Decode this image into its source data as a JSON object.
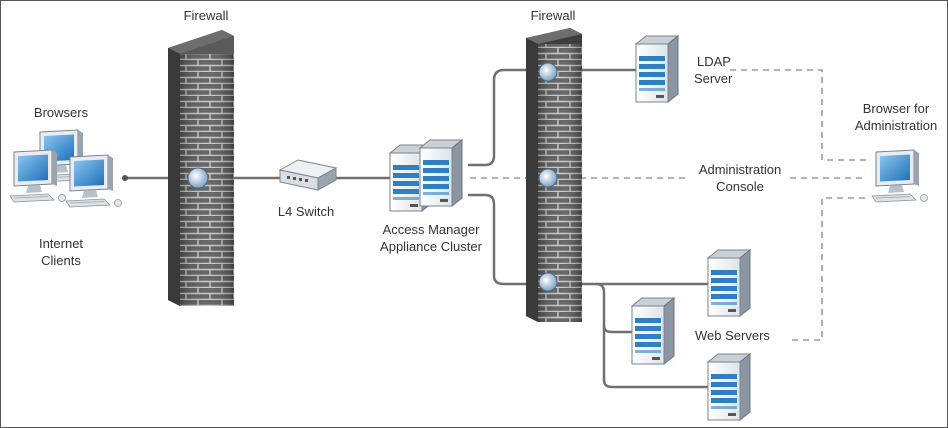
{
  "labels": {
    "firewall_left": "Firewall",
    "firewall_right": "Firewall",
    "browsers": "Browsers",
    "internet_clients_1": "Internet",
    "internet_clients_2": "Clients",
    "l4_switch": "L4 Switch",
    "cluster_1": "Access Manager",
    "cluster_2": "Appliance Cluster",
    "ldap_1": "LDAP",
    "ldap_2": "Server",
    "admin_console_1": "Administration",
    "admin_console_2": "Console",
    "browser_admin_1": "Browser for",
    "browser_admin_2": "Administration",
    "web_servers": "Web Servers"
  },
  "colors": {
    "wall": "#5a5a5a",
    "brick_line": "#c8c8c8",
    "link": "#707070",
    "dashed": "#9a9a9a",
    "server_front": "#f4f6f9",
    "server_side": "#8c96a2",
    "server_slot": "#2f7fc1",
    "monitor_screen": "#2b86d1",
    "text": "#333333"
  }
}
